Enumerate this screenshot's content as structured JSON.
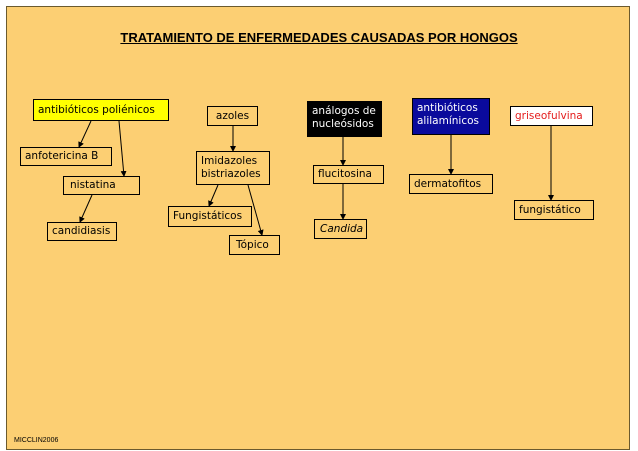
{
  "title": "TRATAMIENTO DE ENFERMEDADES CAUSADAS POR HONGOS",
  "footer": "MICCLIN2006",
  "nodes": {
    "polienicos": "antibióticos poliénicos",
    "anfotericina": "anfotericina B",
    "nistatina": "nistatina",
    "candidiasis": "candidiasis",
    "azoles": "azoles",
    "imidazoles_1": "Imidazoles",
    "imidazoles_2": "bistriazoles",
    "fungistaticos": "Fungistáticos",
    "topico": "Tópico",
    "analogos_1": "análogos de",
    "analogos_2": "nucleósidos",
    "flucitosina": "flucitosina",
    "candida": "Candida",
    "alilaminicos_1": "antibióticos",
    "alilaminicos_2": "alilamínicos",
    "dermatofitos": "dermatofitos",
    "griseofulvina": "griseofulvina",
    "fungistatico": "fungistático"
  },
  "colors": {
    "background": "#fccf73",
    "polienicos_fill": "#ffff00",
    "analogos_fill": "#000000",
    "alilaminicos_fill": "#0a0a9c",
    "griseofulvina_text": "#e41c1c"
  }
}
